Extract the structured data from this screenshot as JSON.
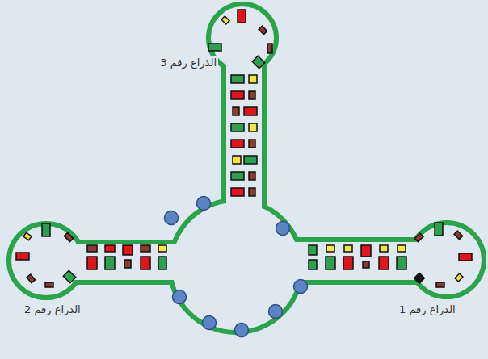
{
  "diagram": {
    "labels": [
      "الذراع رقم 3",
      "الذراع رقم 2",
      "الذراع رقم 1"
    ]
  }
}
